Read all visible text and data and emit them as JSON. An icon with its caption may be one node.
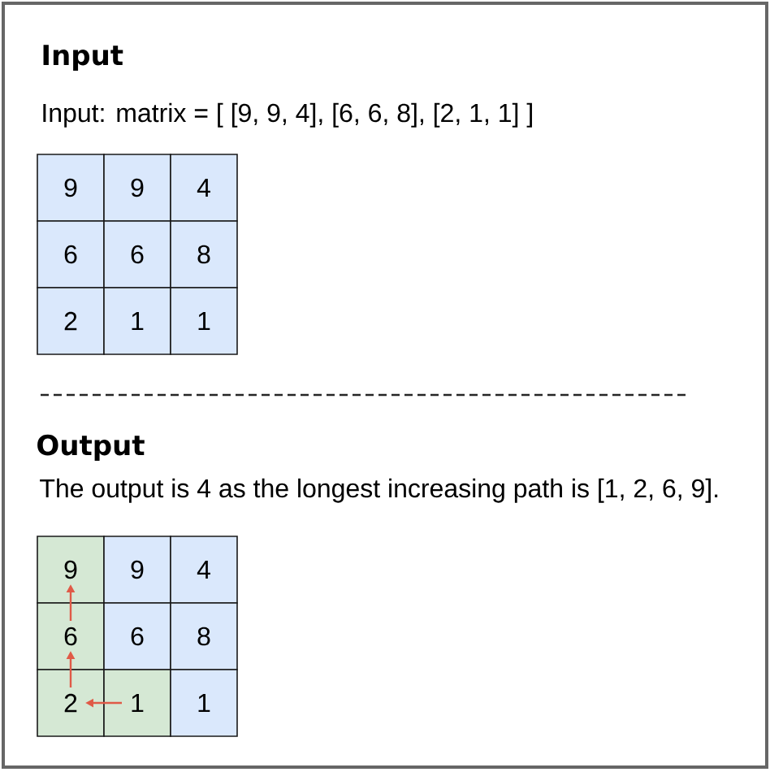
{
  "diagram": {
    "nodes": [
      {
        "text": [
          "9"
        ]
      },
      {
        "text": [
          "9"
        ]
      },
      {
        "text": [
          "4"
        ]
      },
      {
        "text": [
          "6"
        ]
      },
      {
        "text": [
          "6"
        ]
      },
      {
        "text": [
          "8"
        ]
      },
      {
        "text": [
          "2"
        ]
      },
      {
        "text": [
          "1"
        ]
      },
      {
        "text": [
          "1"
        ]
      },
      {
        "text": [
          "9"
        ]
      },
      {
        "text": [
          "9"
        ]
      },
      {
        "text": [
          "4"
        ]
      },
      {
        "text": [
          "6"
        ]
      },
      {
        "text": [
          "6"
        ]
      },
      {
        "text": [
          "8"
        ]
      },
      {
        "text": [
          "2"
        ]
      },
      {
        "text": [
          "1"
        ]
      },
      {
        "text": [
          "1"
        ]
      }
    ],
    "edges": [
      {
        "from": 16,
        "to": 15,
        "arrow": "to"
      },
      {
        "from": 15,
        "to": 12,
        "arrow": "to"
      },
      {
        "from": 12,
        "to": 9,
        "arrow": "to"
      }
    ],
    "labels": [
      "Input",
      "Input: matrix = [ [9, 9, 4], [6, 6, 8], [2, 1, 1] ]",
      "Output",
      "The output is 4 as the longest increasing path is [1, 2, 6, 9]."
    ]
  }
}
